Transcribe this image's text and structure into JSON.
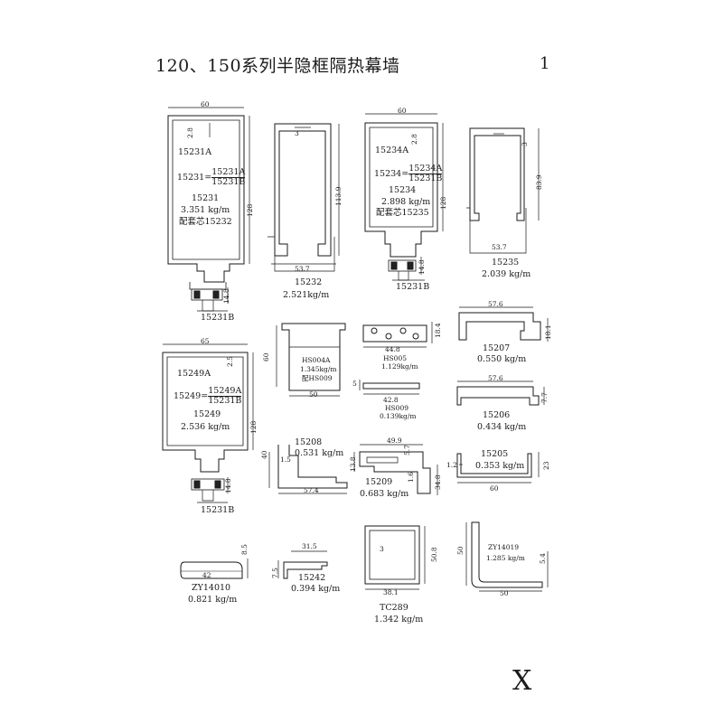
{
  "header": {
    "title": "120、150系列半隐框隔热幕墙",
    "page_number": "1"
  },
  "footer": {
    "mark": "X"
  },
  "profiles": {
    "p15231": {
      "width": "60",
      "height": "128",
      "wall": "2.8",
      "foot": "14.8",
      "code_a": "15231A",
      "eq_left": "15231=",
      "eq_top": "15231A",
      "eq_bottom": "15231B",
      "code": "15231",
      "weight": "3.351 kg/m",
      "core": "配套芯15232",
      "code_b": "15231B"
    },
    "p15232": {
      "wall": "3",
      "height": "113.9",
      "width": "53.7",
      "code": "15232",
      "weight": "2.521kg/m"
    },
    "p15234": {
      "width": "60",
      "height": "128",
      "wall": "2.8",
      "foot": "14.8",
      "code_a": "15234A",
      "eq_left": "15234=",
      "eq_top": "15234A",
      "eq_bottom": "15231B",
      "code": "15234",
      "weight": "2.898 kg/m",
      "core": "配套芯15235",
      "code_b": "15231B"
    },
    "p15235": {
      "wall": "3",
      "height": "83.9",
      "width": "53.7",
      "code": "15235",
      "weight": "2.039 kg/m"
    },
    "p15249": {
      "width": "65",
      "height": "128",
      "wall": "2.5",
      "foot": "14.8",
      "code_a": "15249A",
      "eq_left": "15249=",
      "eq_top": "15249A",
      "eq_bottom": "15231B",
      "code": "15249",
      "weight": "2.536  kg/m",
      "code_b": "15231B"
    },
    "hs004": {
      "height": "60",
      "width": "50",
      "code": "HS004A",
      "weight": "1.345kg/m",
      "alt": "配HS009"
    },
    "hs005": {
      "width": "44.8",
      "height": "18.4",
      "code": "HS005",
      "weight": "1.129kg/m"
    },
    "hs009": {
      "width": "42.8",
      "height": "5",
      "code": "HS009",
      "weight": "0.139kg/m"
    },
    "p15207": {
      "width": "57.6",
      "height": "18.1",
      "code": "15207",
      "weight": "0.550 kg/m"
    },
    "p15206": {
      "width": "57.6",
      "height": "7.7",
      "code": "15206",
      "weight": "0.434 kg/m"
    },
    "p15208": {
      "height": "40",
      "step": "1.5",
      "width": "57.4",
      "code": "15208",
      "weight": "0.531  kg/m"
    },
    "p15209": {
      "width": "49.9",
      "height": "34.8",
      "left": "13.8",
      "inner": "5.7",
      "wall": "1.6",
      "code": "15209",
      "weight": "0.683 kg/m"
    },
    "p15205": {
      "height": "23",
      "lip": "1.2",
      "width": "60",
      "code": "15205",
      "weight": "0.353 kg/m"
    },
    "zy14010": {
      "height": "8.5",
      "width": "42",
      "code": "ZY14010",
      "weight": "0.821  kg/m"
    },
    "p15242": {
      "width": "31.5",
      "height": "7.5",
      "code": "15242",
      "weight": "0.394  kg/m"
    },
    "tc289": {
      "wall": "3",
      "height": "50.8",
      "width": "38.1",
      "code": "TC289",
      "weight": "1.342 kg/m"
    },
    "zy14019": {
      "height": "50",
      "wall": "5.4",
      "width": "50",
      "code": "ZY14019",
      "weight": "1.285 kg/m"
    }
  }
}
